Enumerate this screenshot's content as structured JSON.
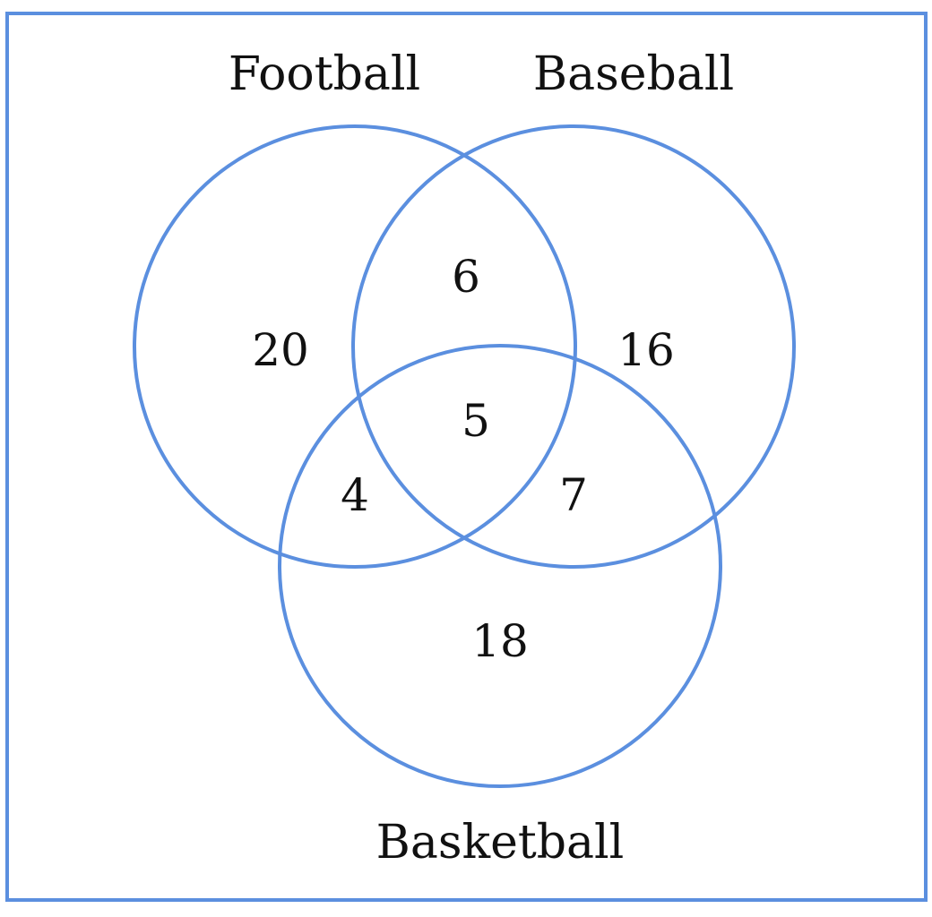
{
  "colors": {
    "outline": "#5b8fdf",
    "text": "#111111",
    "background": "#ffffff"
  },
  "sets": {
    "football": "Football",
    "baseball": "Baseball",
    "basketball": "Basketball"
  },
  "regions": {
    "football_only": "20",
    "baseball_only": "16",
    "basketball_only": "18",
    "football_baseball": "6",
    "football_basketball": "4",
    "baseball_basketball": "7",
    "all_three": "5"
  }
}
